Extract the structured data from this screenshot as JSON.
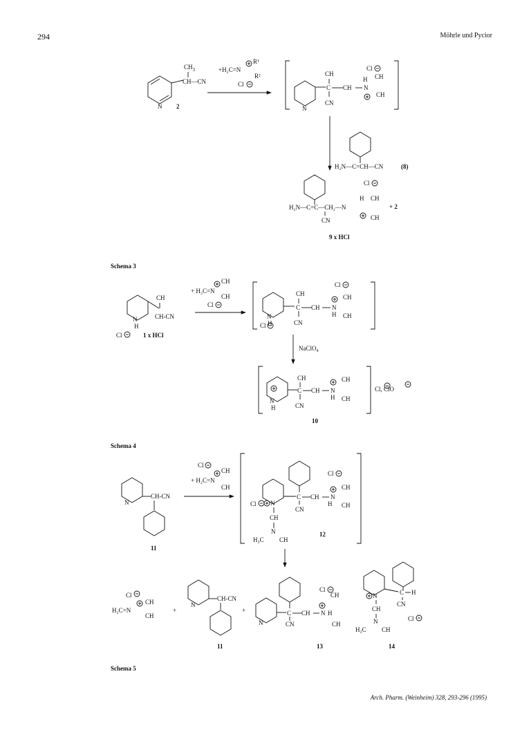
{
  "header": {
    "page_number": "294",
    "authors": "Möhrle und Pycior"
  },
  "footer": {
    "citation": "Arch. Pharm. (Weinheim) 328, 293-296 (1995)"
  },
  "labels": {
    "ch3": "CH",
    "sub3": "3",
    "ch_cn": "CH—CN",
    "ch_cn2": "CH-CN",
    "cn": "CN",
    "n": "N",
    "h": "H",
    "cl": "Cl",
    "c": "C",
    "ch2": "CH",
    "sub2": "2",
    "h2c": "H",
    "reagent_r": "+H₂C=N",
    "r1": "R¹",
    "r2": "R²",
    "reagent_me": "+ H₂C=N",
    "h2n": "H₂N—C=CH—CN",
    "h2n_chain": "H₂N—C=C—CH₂—N",
    "plus2": "+ 2",
    "plus": "+",
    "naclo4": "NaClO",
    "clo4": "Cl, ClO",
    "h3c": "H₃C",
    "h2c_n": "H₂C=N"
  },
  "compounds": {
    "c2": "2",
    "c8": "(8)",
    "c9": "9 x HCl",
    "c1": "1 x HCl",
    "c10": "10",
    "c11": "11",
    "c12": "12",
    "c13": "13",
    "c14": "14"
  },
  "schemes": {
    "s3": "Schema 3",
    "s4": "Schema 4",
    "s5": "Schema 5"
  }
}
